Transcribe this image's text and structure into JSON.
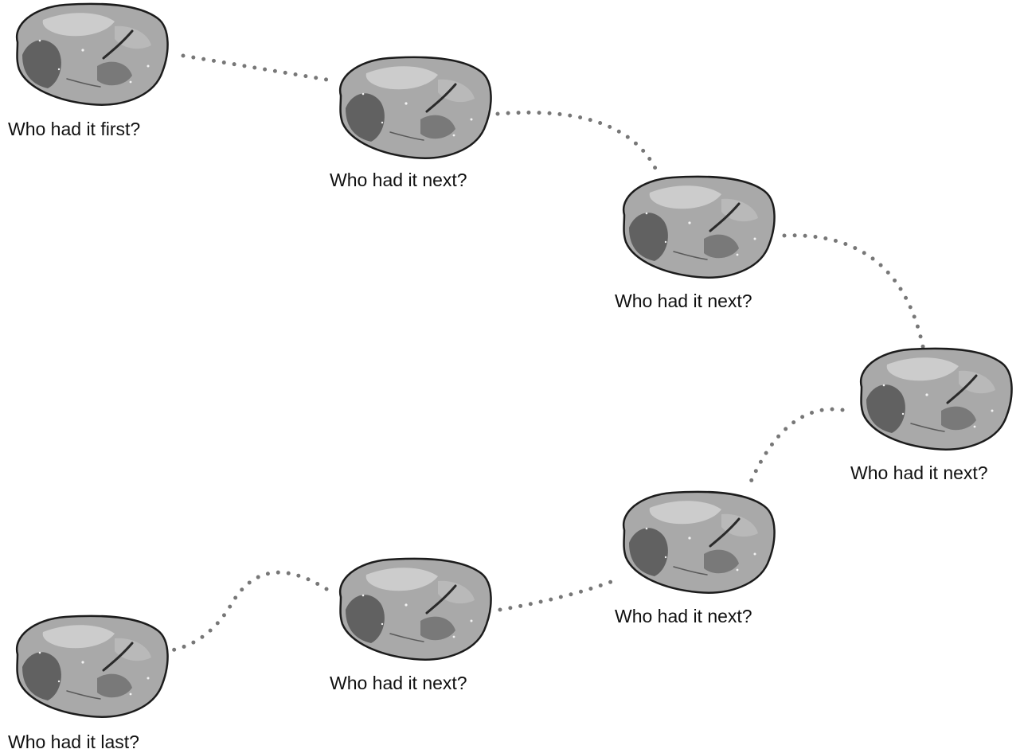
{
  "colors": {
    "background": "#ffffff",
    "text": "#111111",
    "dots": "#777777",
    "stone_outline": "#1c1c1c",
    "stone_fill": "#a9a9a9",
    "stone_dark": "#4a4a4a",
    "stone_light": "#d4d4d4"
  },
  "icons": {
    "stone": "stone-icon",
    "connector": "dotted-path"
  },
  "stones": [
    {
      "label": "Who had it first?"
    },
    {
      "label": "Who had it next?"
    },
    {
      "label": "Who had it next?"
    },
    {
      "label": "Who had it next?"
    },
    {
      "label": "Who had it next?"
    },
    {
      "label": "Who had it next?"
    },
    {
      "label": "Who had it last?"
    }
  ]
}
